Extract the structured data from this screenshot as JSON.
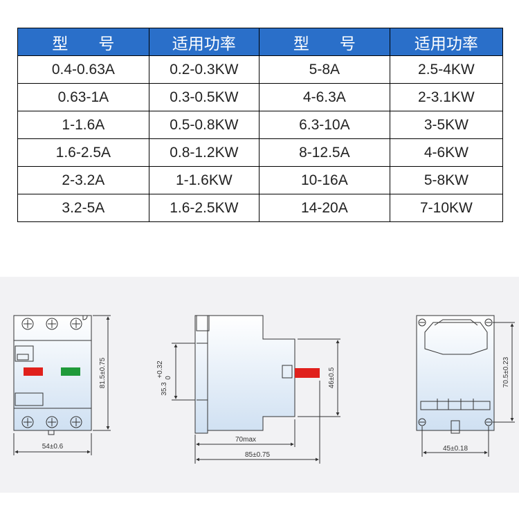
{
  "table": {
    "headers": [
      "型号",
      "适用功率",
      "型号",
      "适用功率"
    ],
    "rows": [
      [
        "0.4-0.63A",
        "0.2-0.3KW",
        "5-8A",
        "2.5-4KW"
      ],
      [
        "0.63-1A",
        "0.3-0.5KW",
        "4-6.3A",
        "2-3.1KW"
      ],
      [
        "1-1.6A",
        "0.5-0.8KW",
        "6.3-10A",
        "3-5KW"
      ],
      [
        "1.6-2.5A",
        "0.8-1.2KW",
        "8-12.5A",
        "4-6KW"
      ],
      [
        "2-3.2A",
        "1-1.6KW",
        "10-16A",
        "5-8KW"
      ],
      [
        "3.2-5A",
        "1.6-2.5KW",
        "14-20A",
        "7-10KW"
      ]
    ]
  },
  "drawings": {
    "front": {
      "width_dim": "54±0.6",
      "height_dim": "81.5±0.75"
    },
    "side": {
      "depth_max": "70max",
      "depth_dim": "85±0.75",
      "rail_dim": "35.3",
      "rail_tol_upper": "+0.32",
      "rail_tol_lower": "0",
      "handle_dim": "46±0.5"
    },
    "back": {
      "width_dim": "45±0.18",
      "height_dim": "70.5±0.23"
    }
  },
  "colors": {
    "header_bg": "#2a6fc9",
    "button_red": "#e0201c",
    "button_green": "#1f9a3a",
    "handle_red": "#e0201c"
  }
}
